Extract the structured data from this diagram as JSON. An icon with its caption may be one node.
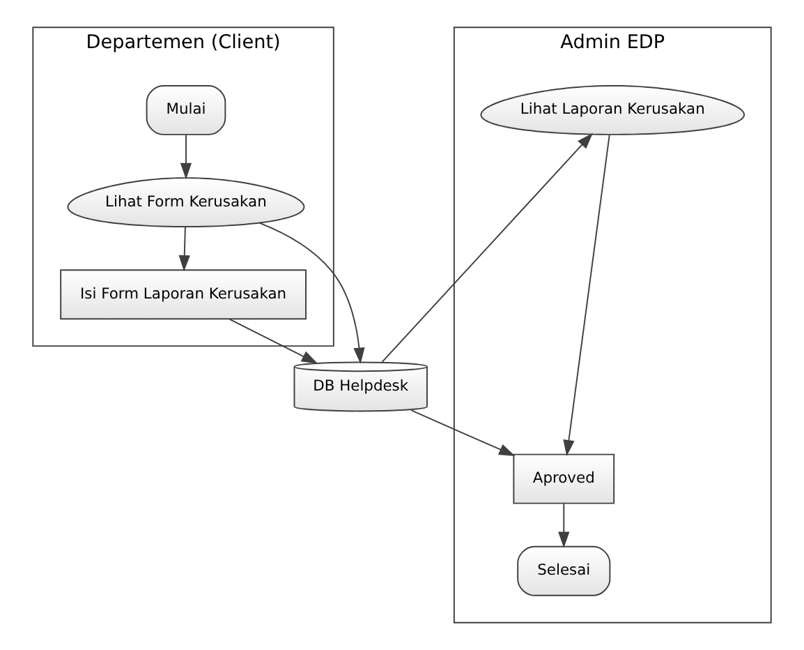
{
  "diagram": {
    "nodes": [
      {
        "text": [
          "Departemen (Client)"
        ]
      },
      {
        "text": [
          "Admin EDP"
        ]
      },
      {
        "text": [
          "Mulai"
        ],
        "in": 0
      },
      {
        "text": [
          "Lihat Form Kerusakan"
        ],
        "in": 0
      },
      {
        "text": [
          "Isi Form Laporan Kerusakan"
        ],
        "in": 0
      },
      {
        "text": [
          "DB Helpdesk"
        ]
      },
      {
        "text": [
          "Lihat Laporan Kerusakan"
        ],
        "in": 1
      },
      {
        "text": [
          "Aproved"
        ],
        "in": 1
      },
      {
        "text": [
          "Selesai"
        ],
        "in": 1
      }
    ],
    "edges": [
      {
        "from": 2,
        "to": 3,
        "arrow": "to"
      },
      {
        "from": 3,
        "to": 4,
        "arrow": "to"
      },
      {
        "from": 3,
        "to": 5,
        "arrow": "to"
      },
      {
        "from": 4,
        "to": 5,
        "arrow": "to"
      },
      {
        "from": 5,
        "to": 6,
        "arrow": "to"
      },
      {
        "from": 5,
        "to": 7,
        "arrow": "to"
      },
      {
        "from": 6,
        "to": 7,
        "arrow": "to"
      },
      {
        "from": 7,
        "to": 8,
        "arrow": "to"
      }
    ]
  }
}
